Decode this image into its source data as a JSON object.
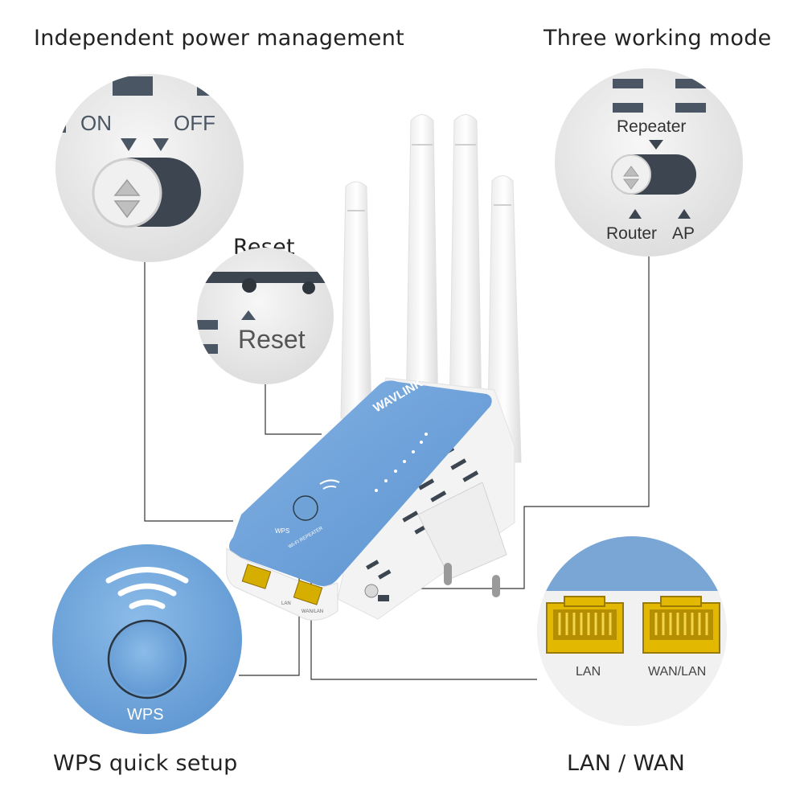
{
  "captions": {
    "power": "Independent power management",
    "mode": "Three working mode",
    "reset": "Reset",
    "wps": "WPS quick setup",
    "lanwan": "LAN / WAN"
  },
  "power_switch": {
    "on": "ON",
    "off": "OFF"
  },
  "mode_switch": {
    "repeater": "Repeater",
    "router": "Router",
    "ap": "AP"
  },
  "reset_zoom": {
    "label": "Reset"
  },
  "wps_zoom": {
    "label": "WPS"
  },
  "ports_zoom": {
    "lan": "LAN",
    "wan": "WAN/LAN"
  },
  "device": {
    "brand": "WAVLINK",
    "wps_label": "WPS",
    "wifi_logo": "WI-FI REPEATER",
    "port_lan": "LAN",
    "port_wan": "WAN/LAN"
  },
  "colors": {
    "device_blue": "#6fa3d8",
    "body_white": "#f4f4f4",
    "port_gold": "#e0b800",
    "line": "#333333"
  }
}
